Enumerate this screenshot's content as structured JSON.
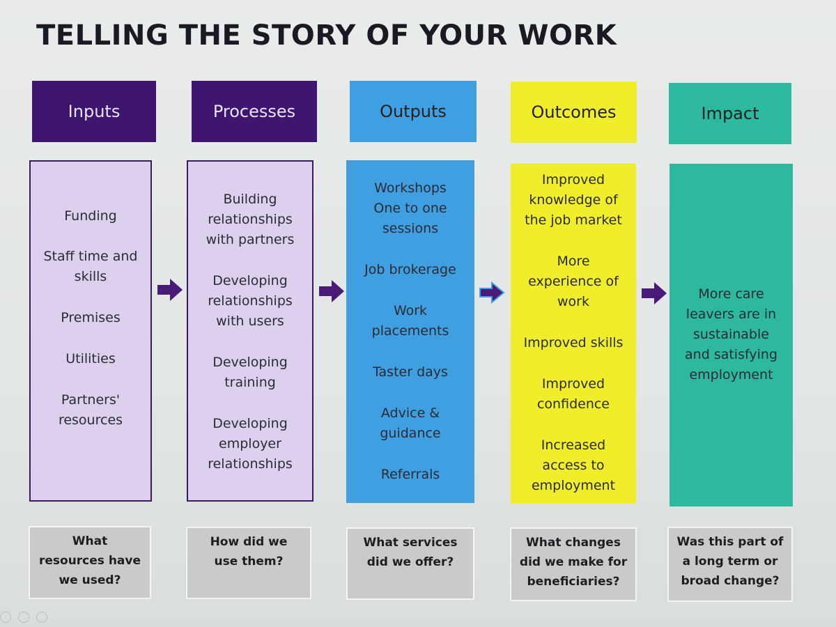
{
  "title": "TELLING THE STORY OF YOUR WORK",
  "colors": {
    "purple": "#3e1670",
    "lilac": "#dcd0ee",
    "blue": "#3f9fe0",
    "yellow": "#f0ee2a",
    "teal": "#2db8a0",
    "arrow": "#4a1a78"
  },
  "columns": [
    {
      "heading": "Inputs",
      "items": [
        "Funding",
        "Staff time and skills",
        "Premises",
        "Utilities",
        "Partners' resources"
      ],
      "question": "What resources have we used?"
    },
    {
      "heading": "Processes",
      "items": [
        "Building relationships with partners",
        "Developing relationships with users",
        "Developing training",
        "Developing employer relationships"
      ],
      "question": "How did we use them?"
    },
    {
      "heading": "Outputs",
      "items": [
        "Workshops One to one sessions",
        "Job brokerage",
        "Work placements",
        "Taster days",
        "Advice & guidance",
        "Referrals"
      ],
      "question": "What services did we offer?"
    },
    {
      "heading": "Outcomes",
      "items": [
        "Improved knowledge of the job market",
        "More experience of work",
        "Improved skills",
        "Improved confidence",
        "Increased access to employment"
      ],
      "question": "What changes did we make for beneficiaries?"
    },
    {
      "heading": "Impact",
      "items": [
        "More care leavers are in sustainable and satisfying employment"
      ],
      "question": "Was this part of a long term or broad change?"
    }
  ]
}
